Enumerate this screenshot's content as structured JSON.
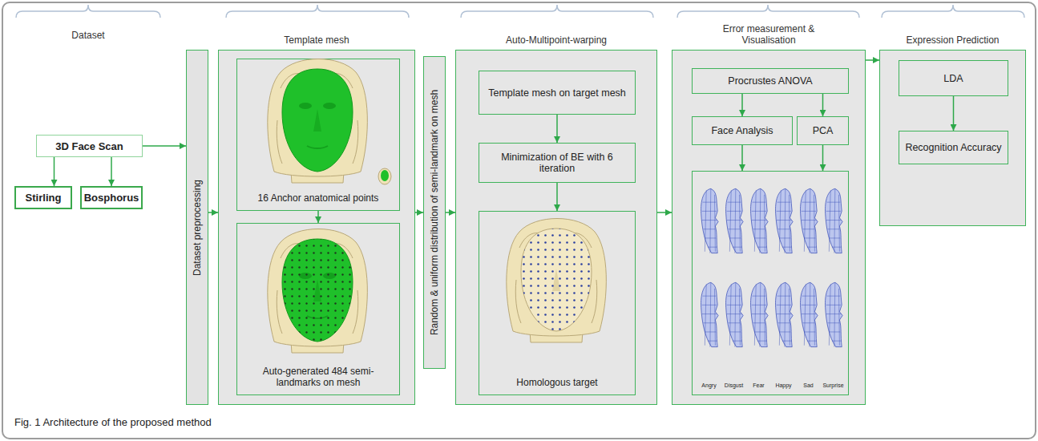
{
  "diagram": {
    "caption": "Fig. 1 Architecture of the proposed method",
    "nodes": [
      {
        "text": [
          "3D Face Scan"
        ]
      },
      {
        "text": [
          "Stirling"
        ]
      },
      {
        "text": [
          "Bosphorus"
        ]
      },
      {
        "text": [
          "Dataset preprocessing"
        ]
      },
      {
        "text": [
          "Template mesh"
        ]
      },
      {
        "text": [
          "16 Anchor anatomical points"
        ],
        "in": 4
      },
      {
        "text": [
          "Auto-generated 484 semi- landmarks on mesh"
        ],
        "in": 4
      },
      {
        "text": [
          "Random & uniform distribution of semi-landmark on mesh"
        ]
      },
      {
        "text": [
          "Auto-Multipoint-warping"
        ]
      },
      {
        "text": [
          "Template mesh on target mesh"
        ],
        "in": 8
      },
      {
        "text": [
          "Minimization of BE with 6 iteration"
        ],
        "in": 8
      },
      {
        "text": [
          "Homologous target"
        ],
        "in": 8
      },
      {
        "text": [
          "Error measurement & Visualisation"
        ]
      },
      {
        "text": [
          "Procrustes ANOVA"
        ],
        "in": 12
      },
      {
        "text": [
          "Face Analysis"
        ],
        "in": 12
      },
      {
        "text": [
          "PCA"
        ],
        "in": 12
      },
      {
        "text": [
          "Angry",
          "Disgust",
          "Fear",
          "Happy",
          "Sad",
          "Surprise"
        ],
        "in": 12
      },
      {
        "text": [
          "Expression Prediction"
        ]
      },
      {
        "text": [
          "LDA"
        ],
        "in": 17
      },
      {
        "text": [
          "Recognition Accuracy"
        ],
        "in": 17
      }
    ],
    "edges": [
      {
        "from": 0,
        "to": 1,
        "arrow": "to"
      },
      {
        "from": 0,
        "to": 2,
        "arrow": "to"
      },
      {
        "from": 0,
        "to": 3,
        "arrow": "to"
      },
      {
        "from": 3,
        "to": 4,
        "arrow": "to"
      },
      {
        "from": 5,
        "to": 6,
        "arrow": "to"
      },
      {
        "from": 4,
        "to": 7,
        "arrow": "to"
      },
      {
        "from": 7,
        "to": 8,
        "arrow": "to"
      },
      {
        "from": 9,
        "to": 10,
        "arrow": "to"
      },
      {
        "from": 10,
        "to": 11,
        "arrow": "to"
      },
      {
        "from": 8,
        "to": 12,
        "arrow": "to"
      },
      {
        "from": 13,
        "to": 14,
        "arrow": "to"
      },
      {
        "from": 13,
        "to": 15,
        "arrow": "to"
      },
      {
        "from": 14,
        "to": 16,
        "arrow": "to"
      },
      {
        "from": 15,
        "to": 16,
        "arrow": "to"
      },
      {
        "from": 12,
        "to": 17,
        "arrow": "to"
      },
      {
        "from": 18,
        "to": 19,
        "arrow": "to"
      }
    ],
    "labels": [
      "Dataset"
    ]
  }
}
